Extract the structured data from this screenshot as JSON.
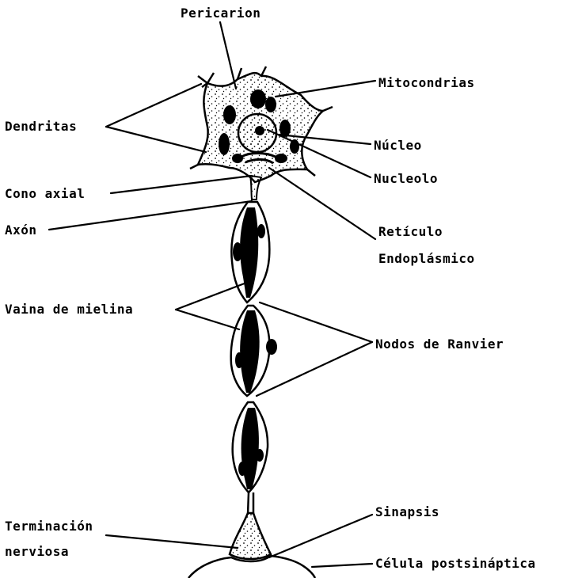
{
  "labels": {
    "pericarion": "Pericarion",
    "mitocondrias": "Mitocondrias",
    "dendritas": "Dendritas",
    "nucleo": "Núcleo",
    "nucleolo": "Nucleolo",
    "cono_axial": "Cono axial",
    "axon": "Axón",
    "reticulo_1": "Retículo",
    "reticulo_2": "Endoplásmico",
    "vaina": "Vaina de mielina",
    "nodos": "Nodos de Ranvier",
    "terminacion_1": "Terminación",
    "terminacion_2": "nerviosa",
    "sinapsis": "Sinapsis",
    "celula": "Célula postsináptica"
  }
}
